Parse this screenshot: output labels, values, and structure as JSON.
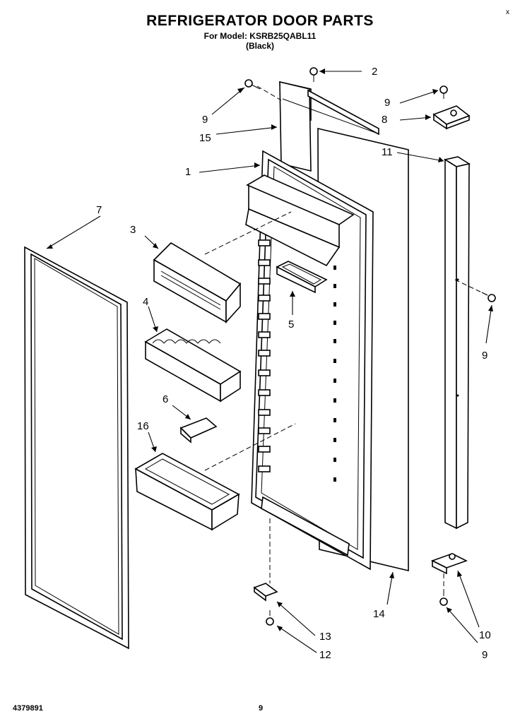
{
  "header": {
    "title": "REFRIGERATOR DOOR PARTS",
    "model_line": "For Model: KSRB25QABL11",
    "color_line": "(Black)"
  },
  "footer": {
    "doc_number": "4379891",
    "page_number": "9",
    "corner_mark": "x"
  },
  "callouts": {
    "c1": "1",
    "c2": "2",
    "c3": "3",
    "c4": "4",
    "c5": "5",
    "c6": "6",
    "c7": "7",
    "c8": "8",
    "c9a": "9",
    "c9b": "9",
    "c9c": "9",
    "c9d": "9",
    "c10": "10",
    "c11": "11",
    "c12": "12",
    "c13": "13",
    "c14": "14",
    "c15": "15",
    "c16": "16"
  }
}
